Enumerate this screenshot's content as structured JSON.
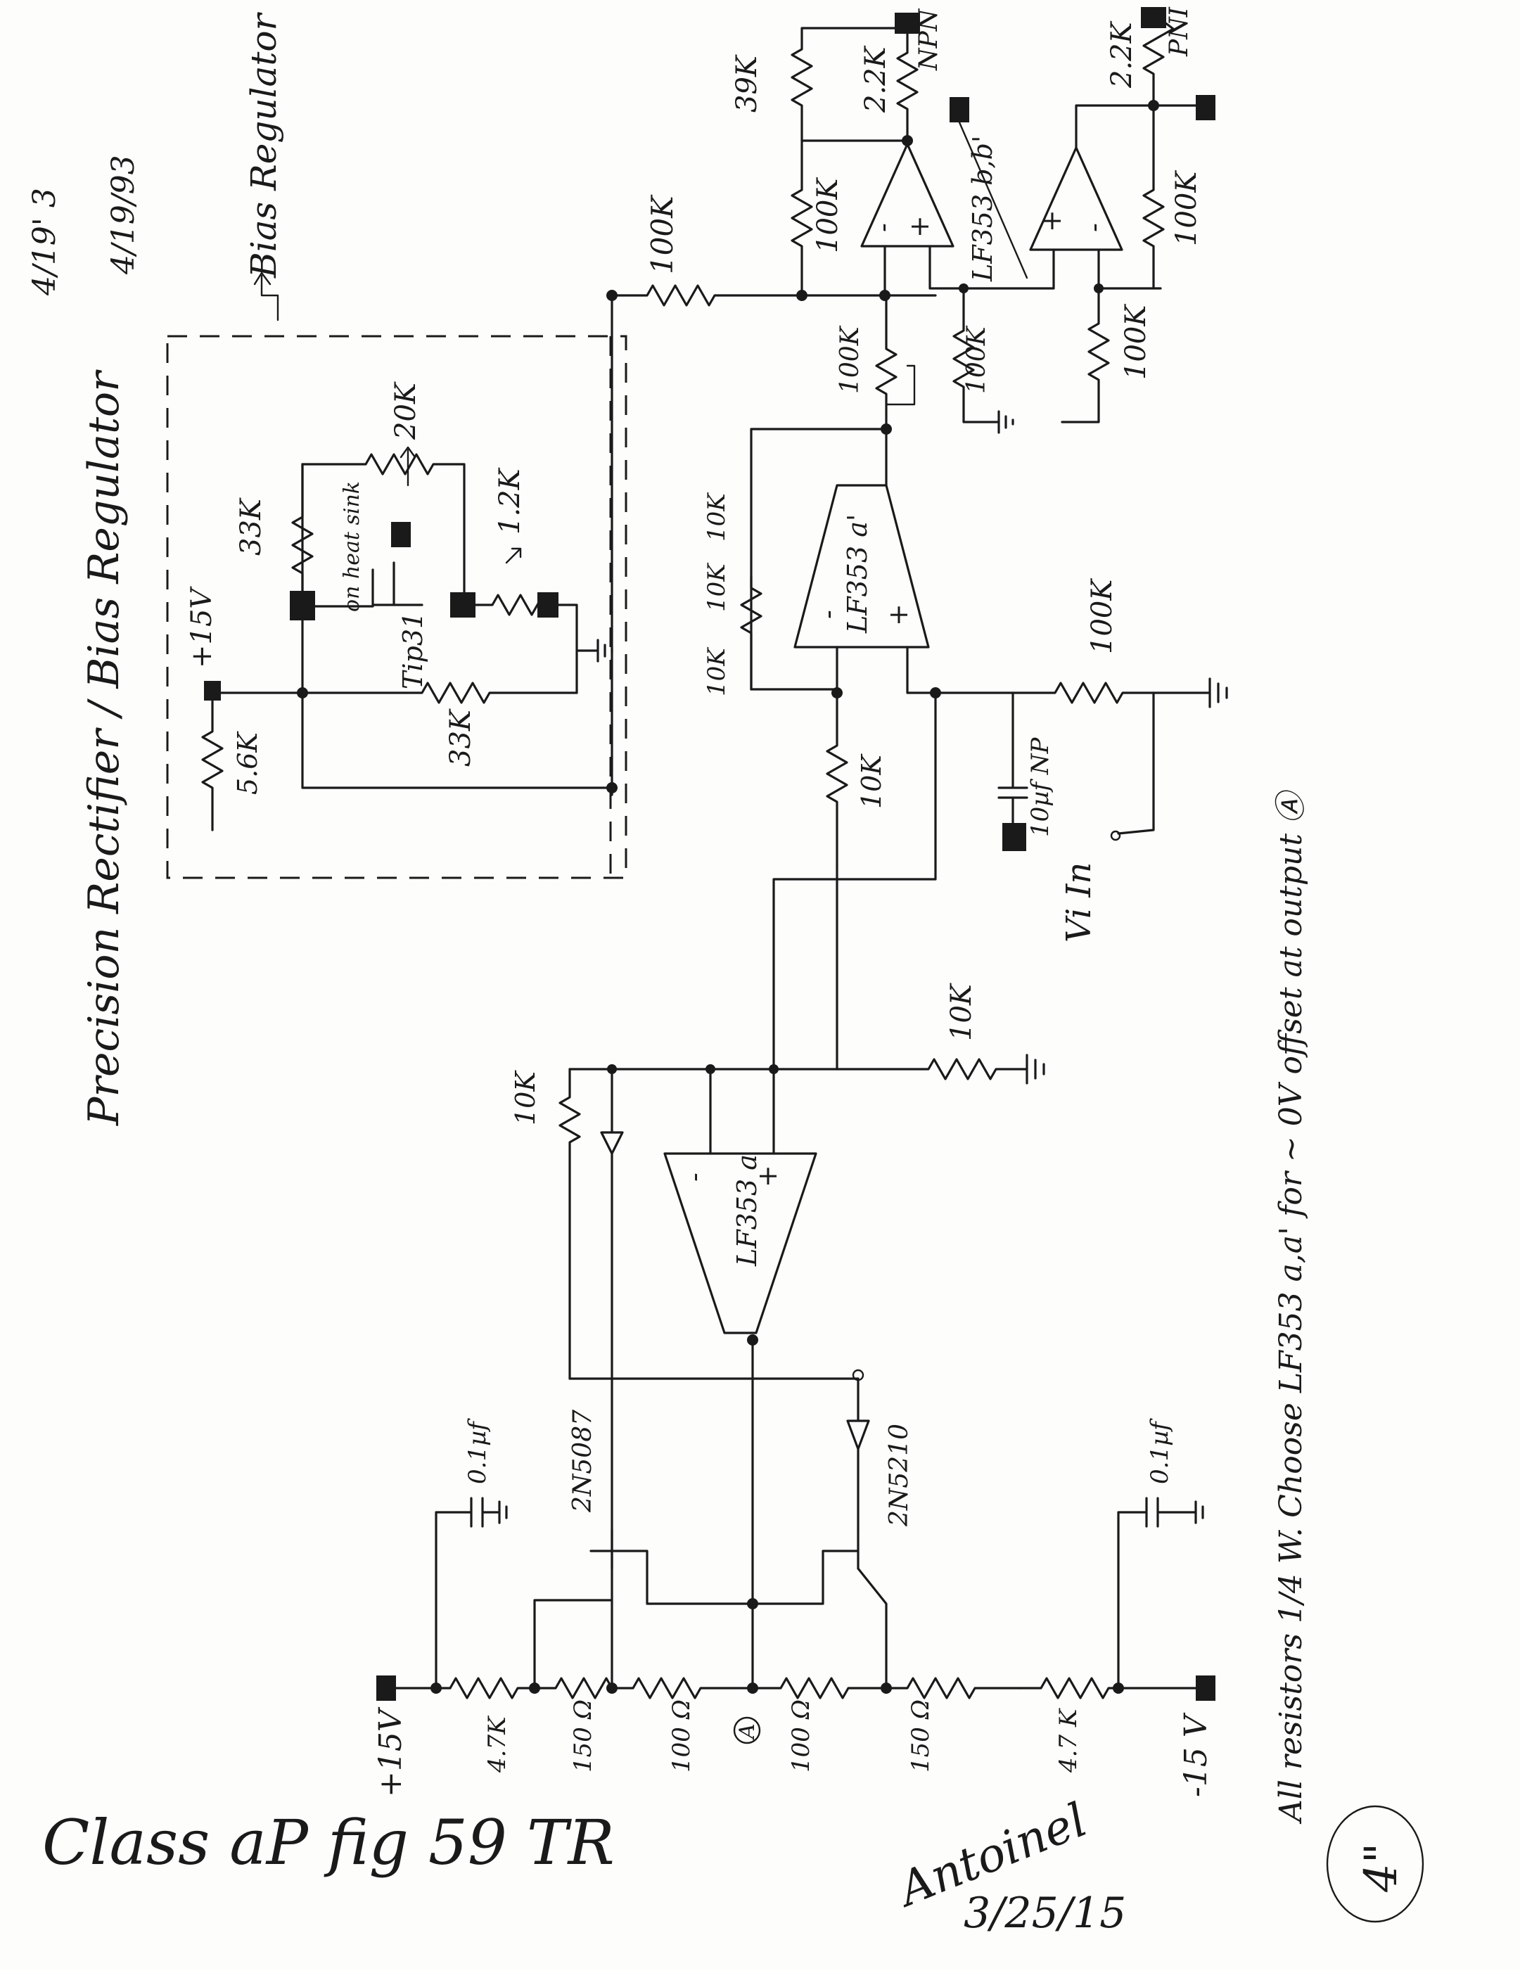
{
  "notes": {
    "date_top_1": "4/19' 3",
    "date_top_2": "4/19/93",
    "bias_regulator_callout": "Bias Regulator",
    "block_title": "Precision Rectifier / Bias Regulator",
    "footnote": "All resistors 1/4 W.   Choose LF353 a,a' for ~ 0V offset at output Ⓐ",
    "figure_caption": "Class aP fig 59 TR",
    "signature": "Antoinel",
    "signature_date": "3/25/15",
    "page_size": "4\""
  },
  "rails": {
    "positive": "+15V",
    "negative": "-15 V"
  },
  "input": {
    "label": "Vi In",
    "output_marker": "A"
  },
  "components": {
    "resistors": {
      "r_39k": "39K",
      "r_2k2_npn": "2.2K",
      "r_2k2_pni": "2.2K",
      "r_100k_fb_top": "100K",
      "r_100k_fb_right": "100K",
      "r_100k_bias": "100K",
      "r_100k_pot": "100K",
      "r_100k_gnd_a": "100K",
      "r_100k_gnd_b": "100K",
      "r_20k": "20K",
      "r_33k_a": "33K",
      "r_1k2": "1.2K",
      "r_5k6": "5.6K",
      "r_33k_b": "33K",
      "r_10k_a": "10K",
      "r_10k_b": "10K",
      "r_10k_c": "10K",
      "r_10k_in": "10K",
      "r_100k_in": "100K",
      "r_10k_mid": "10K",
      "r_10k_rect": "10K",
      "r_4k7_top": "4.7K",
      "r_150_top": "150 Ω",
      "r_100_top": "100 Ω",
      "r_100_bot": "100 Ω",
      "r_150_bot": "150 Ω",
      "r_4k7_bot": "4.7 K"
    },
    "capacitors": {
      "c_in": "10µf NP",
      "c_top": "0.1µf",
      "c_bot": "0.1µf"
    },
    "semiconductors": {
      "q_npn_label": "NPN",
      "q_pni_label": "PNI",
      "opamp_pair": "LF353 b,b'",
      "opamp_mid": "LF353 a'",
      "opamp_rect": "LF353 a",
      "q_tip31": "Tip31",
      "heat_sink_note": "on heat sink",
      "q_top": "2N5087",
      "q_bot": "2N5210"
    },
    "pins": {
      "minus": "-",
      "plus": "+"
    }
  }
}
